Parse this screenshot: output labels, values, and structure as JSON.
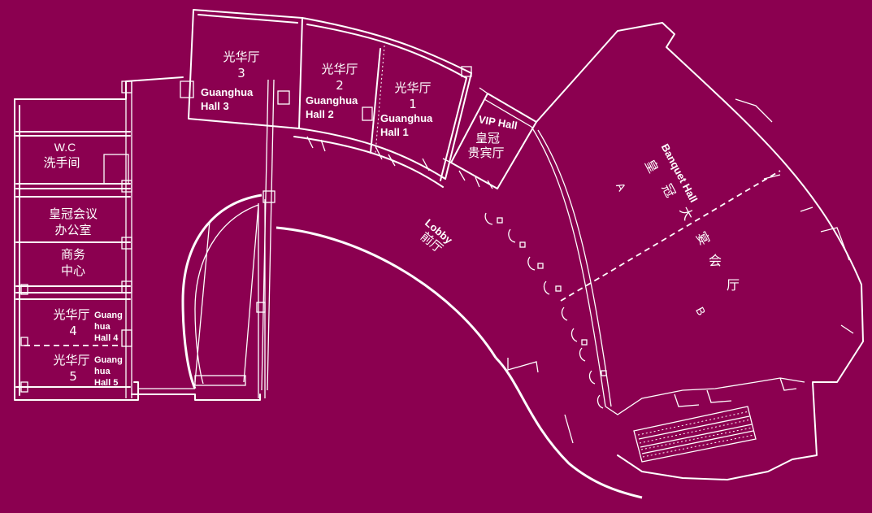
{
  "colors": {
    "background": "#8b0050",
    "lines": "#ffffff"
  },
  "rooms": {
    "hall3": {
      "cn": "光华厅",
      "num": "3",
      "en1": "Guanghua",
      "en2": "Hall 3"
    },
    "hall2": {
      "cn": "光华厅",
      "num": "2",
      "en1": "Guanghua",
      "en2": "Hall 2"
    },
    "hall1": {
      "cn": "光华厅",
      "num": "1",
      "en1": "Guanghua",
      "en2": "Hall 1"
    },
    "vip": {
      "en": "VIP Hall",
      "cn1": "皇冠",
      "cn2": "贵宾厅"
    },
    "wc": {
      "en": "W.C",
      "cn": "洗手间"
    },
    "meeting": {
      "cn1": "皇冠会议",
      "cn2": "办公室"
    },
    "business": {
      "cn1": "商务",
      "cn2": "中心"
    },
    "hall4": {
      "cn": "光华厅",
      "num": "4",
      "en1": "Guang",
      "en2": "hua",
      "en3": "Hall 4"
    },
    "hall5": {
      "cn": "光华厅",
      "num": "5",
      "en1": "Guang",
      "en2": "hua",
      "en3": "Hall 5"
    },
    "lobby": {
      "en": "Lobby",
      "cn": "前厅"
    },
    "banquet": {
      "en": "Banquet Hall",
      "cn": [
        "皇",
        "冠",
        "大",
        "宴",
        "会",
        "厅"
      ],
      "a": "A",
      "b": "B"
    }
  }
}
